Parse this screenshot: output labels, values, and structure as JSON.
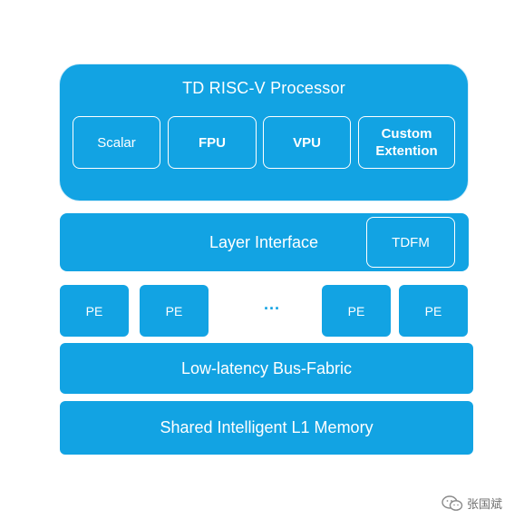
{
  "processor": {
    "title": "TD RISC-V Processor",
    "units": {
      "scalar": "Scalar",
      "fpu": "FPU",
      "vpu": "VPU",
      "custom": "Custom Extention"
    }
  },
  "layer_interface": {
    "label": "Layer Interface",
    "tdfm": "TDFM"
  },
  "pes": [
    "PE",
    "PE",
    "PE",
    "PE"
  ],
  "ellipsis": "···",
  "bus": "Low-latency Bus-Fabric",
  "memory": "Shared Intelligent L1 Memory",
  "watermark": {
    "text": "张国斌",
    "icon": "wechat-icon"
  },
  "colors": {
    "block": "#12a3e3",
    "text": "#ffffff",
    "background": "#ffffff"
  }
}
